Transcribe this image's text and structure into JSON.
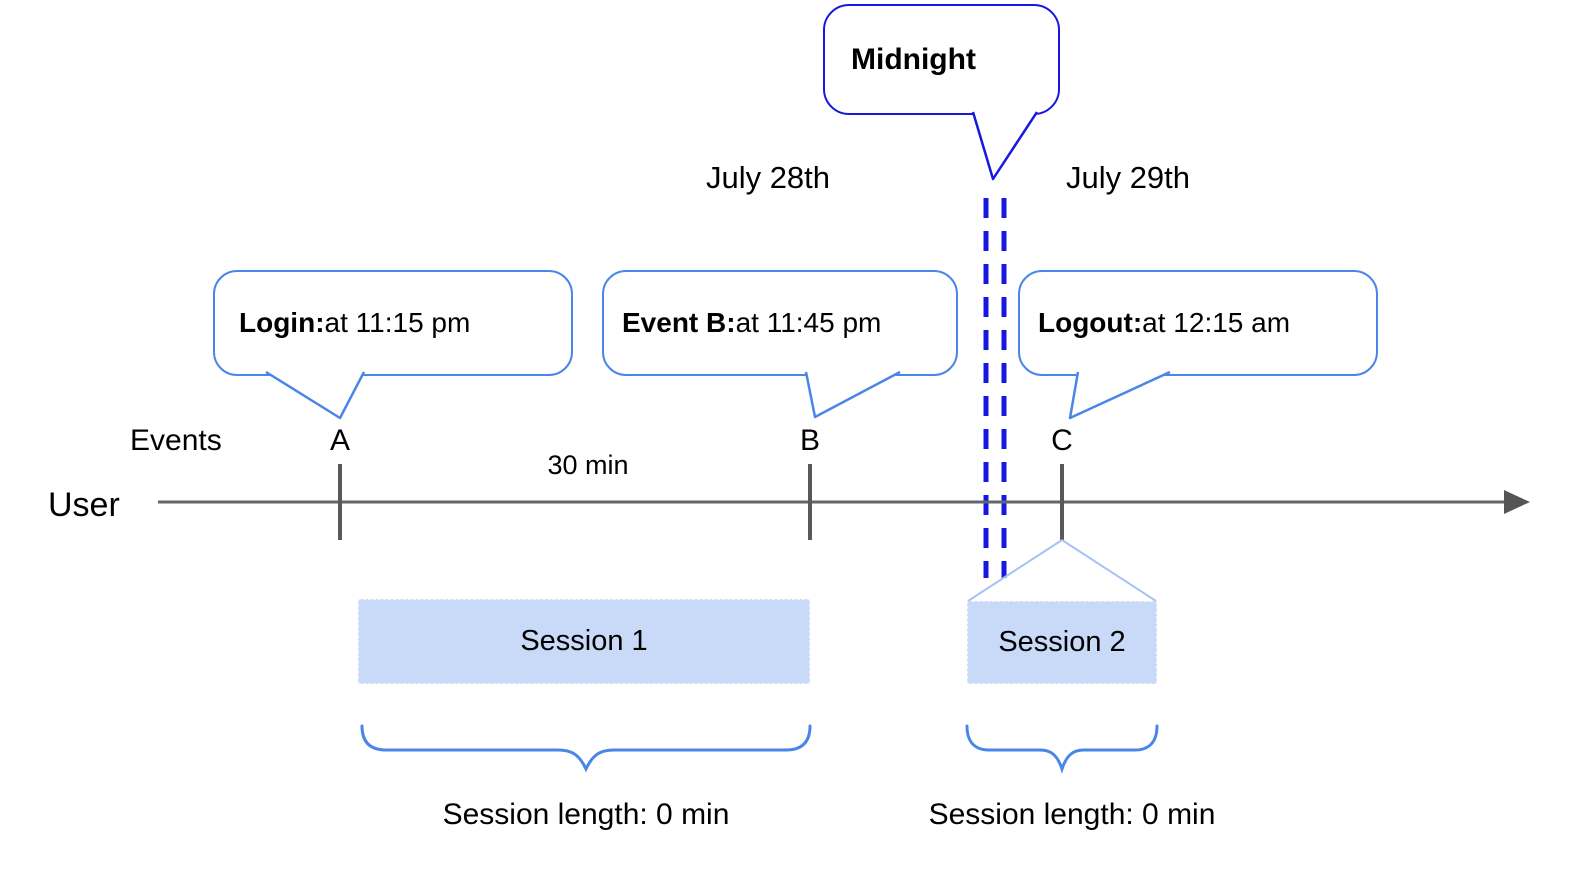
{
  "title": "User session timeline diagram",
  "colors": {
    "midnight_blue": "#1717e0",
    "callout_blue": "#4a86e8",
    "session_fill": "#c9daf8",
    "projection_blue": "#a7c3f3",
    "timeline_gray": "#666666"
  },
  "callouts": {
    "midnight": {
      "label": "Midnight"
    },
    "login": {
      "title": "Login:",
      "detail": " at 11:15 pm"
    },
    "event_b": {
      "title": "Event B:",
      "detail": " at 11:45 pm"
    },
    "logout": {
      "title": "Logout:",
      "detail": " at 12:15 am"
    }
  },
  "dates": {
    "before_midnight": "July 28th",
    "after_midnight": "July 29th"
  },
  "timeline": {
    "events_row_label": "Events",
    "axis_label": "User",
    "event_marks": [
      "A",
      "B",
      "C"
    ],
    "interval_label": "30 min"
  },
  "sessions": [
    {
      "label": "Session 1",
      "length_label": "Session length: 0 min"
    },
    {
      "label": "Session 2",
      "length_label": "Session length: 0 min"
    }
  ]
}
